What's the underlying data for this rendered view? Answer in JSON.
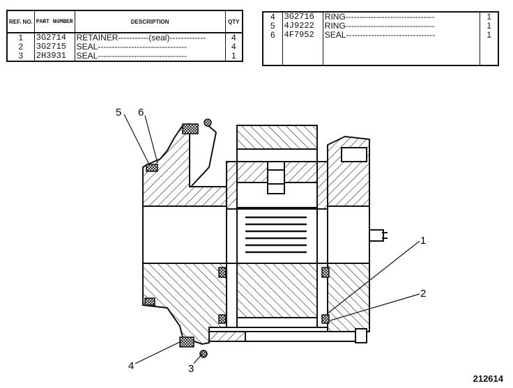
{
  "table_headers": {
    "ref_no": "REF. NO.",
    "part_number": "PART NUMBER",
    "description": "DESCRIPTION",
    "qty": "QTY"
  },
  "parts_left": [
    {
      "ref": "1",
      "part_number": "3G2714",
      "description": "RETAINER-----------(seal)-------------",
      "qty": "4"
    },
    {
      "ref": "2",
      "part_number": "3G2715",
      "description": "SEAL--------------------------------",
      "qty": "4"
    },
    {
      "ref": "3",
      "part_number": "2H3931",
      "description": "SEAL--------------------------------",
      "qty": "1"
    }
  ],
  "parts_right": [
    {
      "ref": "4",
      "part_number": "3G2716",
      "description": "RING--------------------------------",
      "qty": "1"
    },
    {
      "ref": "5",
      "part_number": "4J9222",
      "description": "RING--------------------------------",
      "qty": "1"
    },
    {
      "ref": "6",
      "part_number": "4F7952",
      "description": "SEAL--------------------------------",
      "qty": "1"
    }
  ],
  "callouts": {
    "c1": "1",
    "c2": "2",
    "c3": "3",
    "c4": "4",
    "c5": "5",
    "c6": "6"
  },
  "figure_id": "212614"
}
